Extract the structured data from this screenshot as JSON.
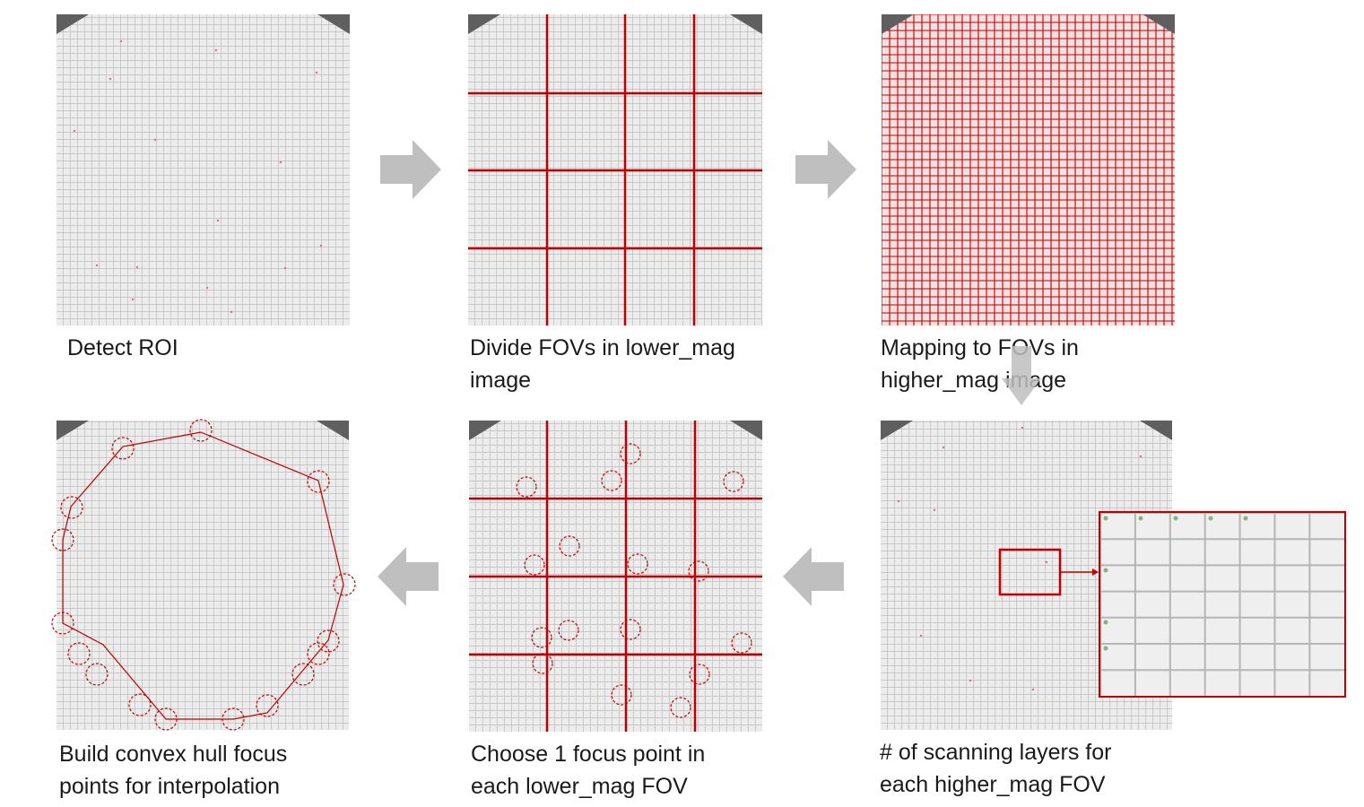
{
  "steps": [
    {
      "id": "detect-roi",
      "caption_lines": [
        "Detect ROI"
      ]
    },
    {
      "id": "divide-fovs",
      "caption_lines": [
        "Divide FOVs in lower_mag",
        "image"
      ]
    },
    {
      "id": "map-fovs",
      "caption_lines": [
        "Mapping to FOVs in",
        "higher_mag image"
      ]
    },
    {
      "id": "scanning-layers",
      "caption_lines": [
        "# of scanning layers for",
        "each higher_mag FOV"
      ]
    },
    {
      "id": "choose-focus",
      "caption_lines": [
        "Choose 1 focus point in",
        "each lower_mag FOV"
      ]
    },
    {
      "id": "convex-hull",
      "caption_lines": [
        "Build convex hull focus",
        "points for interpolation"
      ]
    }
  ],
  "flow": [
    "detect-roi",
    "divide-fovs",
    "map-fovs",
    "scanning-layers",
    "choose-focus",
    "convex-hull"
  ],
  "colors": {
    "fov_line": "#c00000",
    "arrow": "#bfbfbf",
    "panel_bg": "#ececec",
    "grid_line": "#c8c8c8",
    "corner": "#5f5f5f"
  }
}
